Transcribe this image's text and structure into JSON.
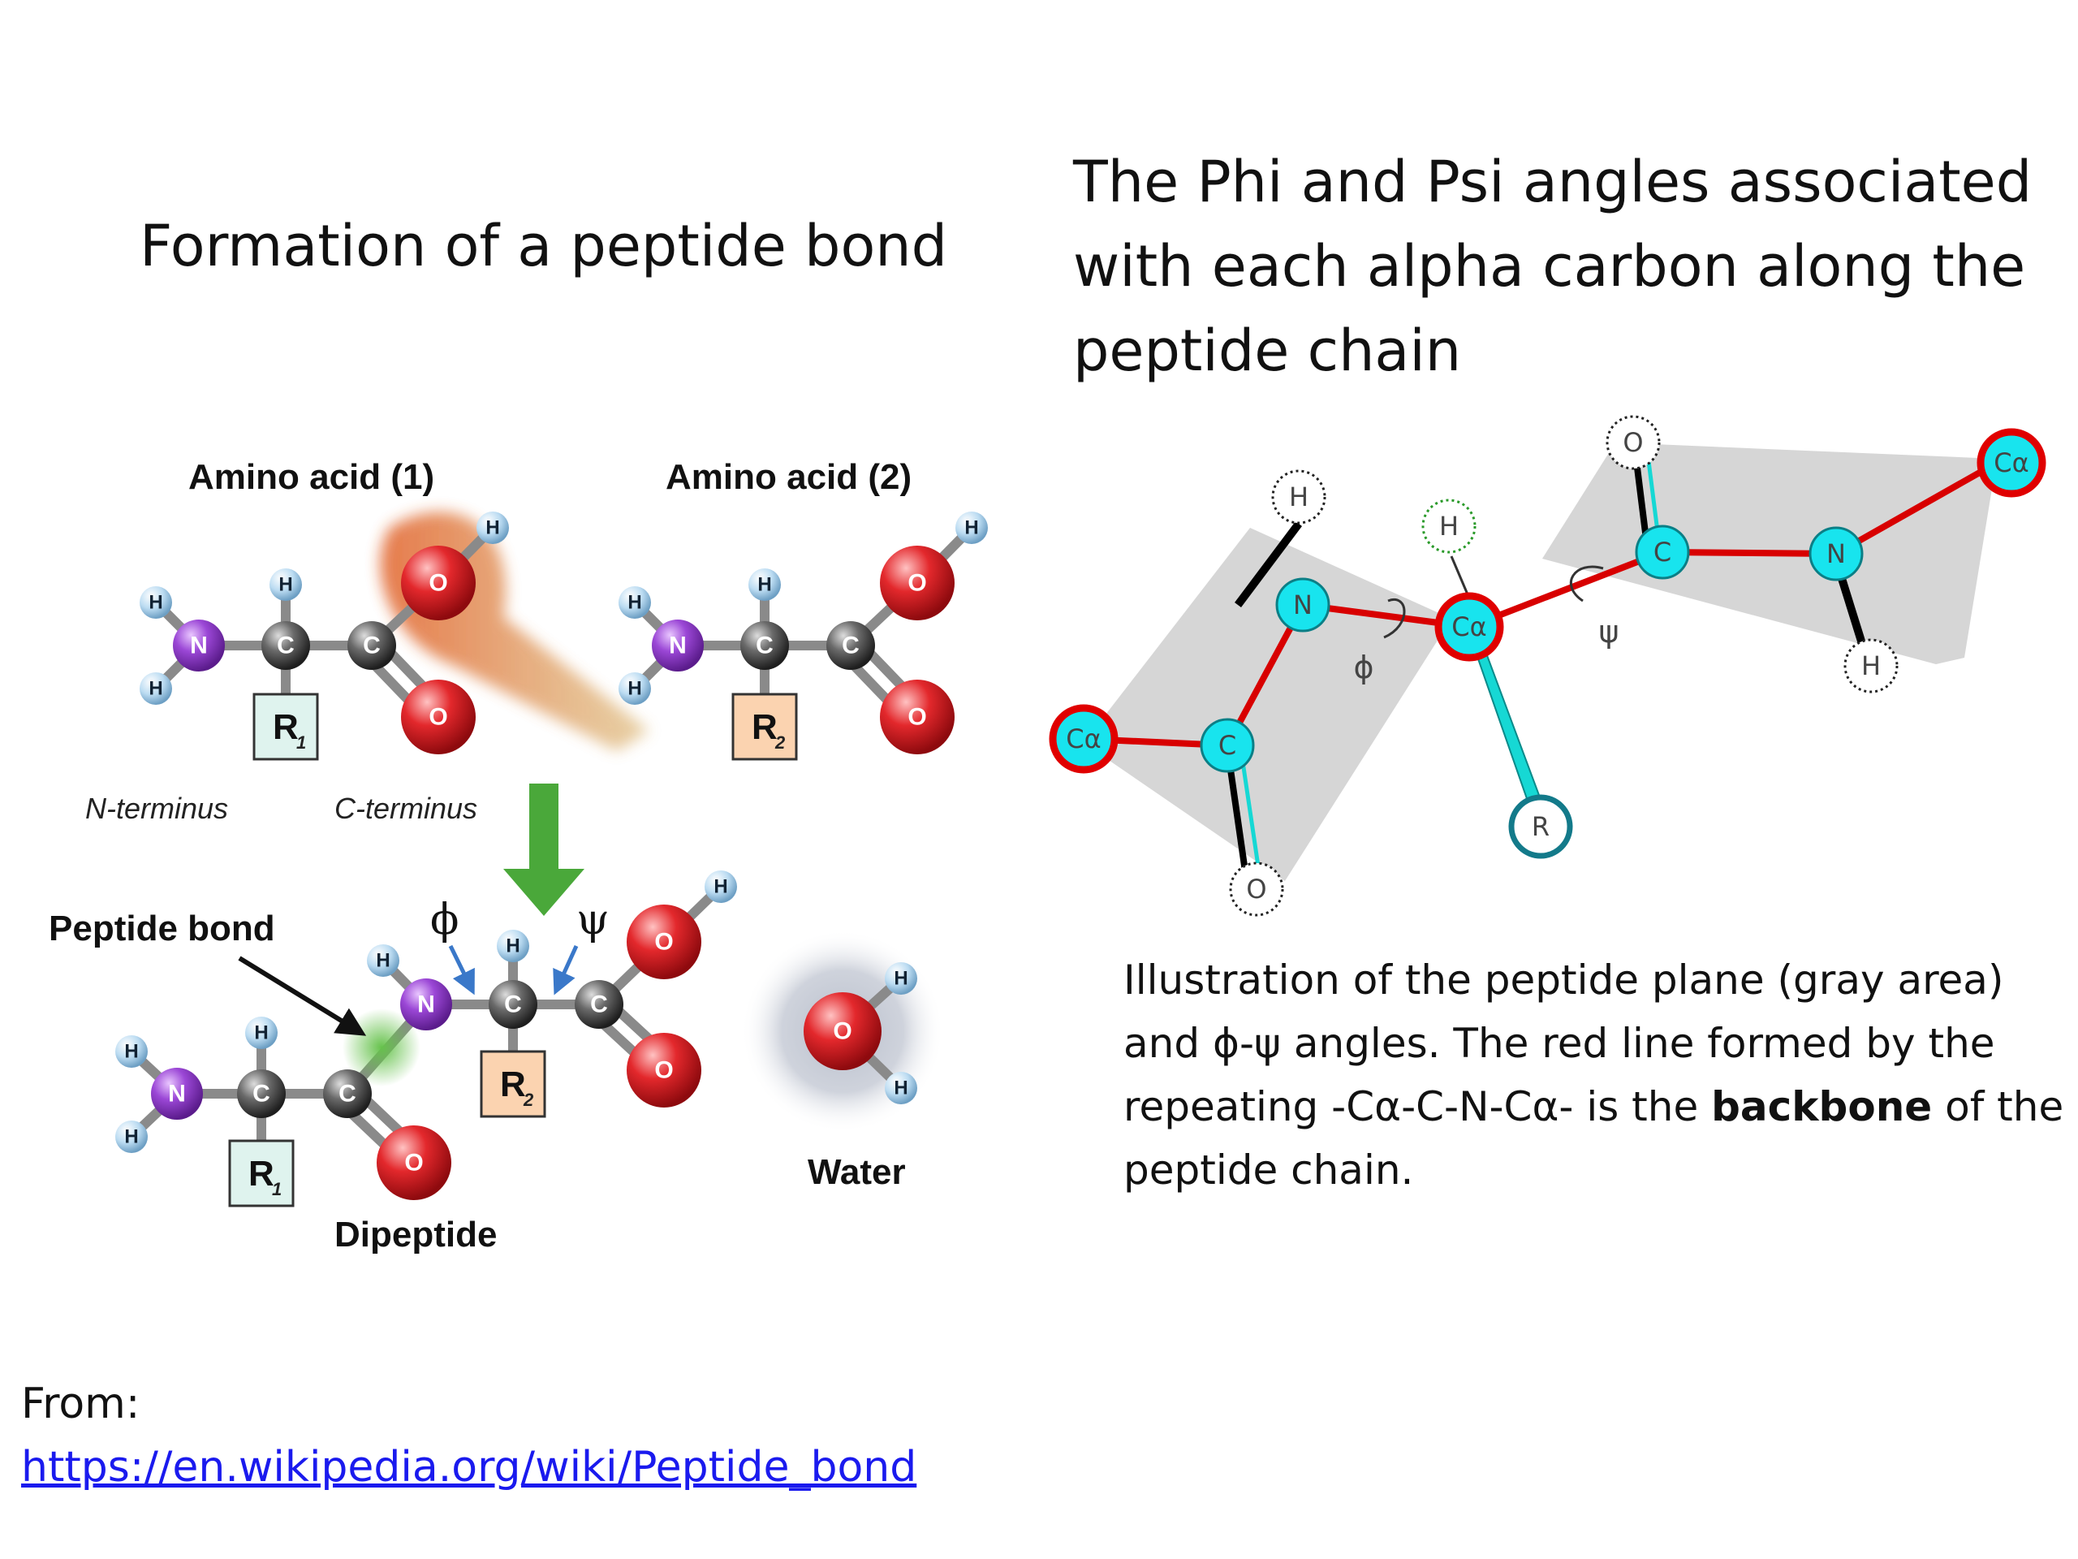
{
  "left_title": "Formation of a peptide bond",
  "right_title": "The Phi and Psi angles associated with each alpha carbon along the peptide chain",
  "reaction": {
    "amino_acid_1": "Amino acid (1)",
    "amino_acid_2": "Amino acid (2)",
    "n_terminus": "N-terminus",
    "c_terminus": "C-terminus",
    "peptide_bond": "Peptide bond",
    "phi": "ϕ",
    "psi": "ψ",
    "water": "Water",
    "dipeptide": "Dipeptide",
    "r1": "R",
    "r1_sub": "1",
    "r2": "R",
    "r2_sub": "2",
    "atoms": {
      "N": "N",
      "C": "C",
      "O": "O",
      "H": "H"
    }
  },
  "backbone": {
    "atoms": {
      "ca": "Cα",
      "c": "C",
      "n": "N",
      "o": "O",
      "h": "H",
      "r": "R"
    },
    "phi": "ϕ",
    "psi": "ψ"
  },
  "caption": {
    "part1": "Illustration of the peptide plane (gray area) and ϕ-ψ angles. The red line formed by the repeating -Cα-C-N-Cα- is the ",
    "bold": "backbone",
    "part2": " of the peptide chain."
  },
  "source": {
    "label": "From:",
    "link": "https://en.wikipedia.org/wiki/Peptide_bond"
  },
  "colors": {
    "nitrogen": "#8e3fc9",
    "carbon": "#555555",
    "oxygen": "#e0262b",
    "hydrogen": "#b9d9f0",
    "r1_box": "#dff3ee",
    "r2_box": "#fbd3b0",
    "arrow": "#4aa83a",
    "backbone": "#d80000",
    "atom_cyan": "#18e4ee",
    "plane": "#d6d6d6"
  }
}
